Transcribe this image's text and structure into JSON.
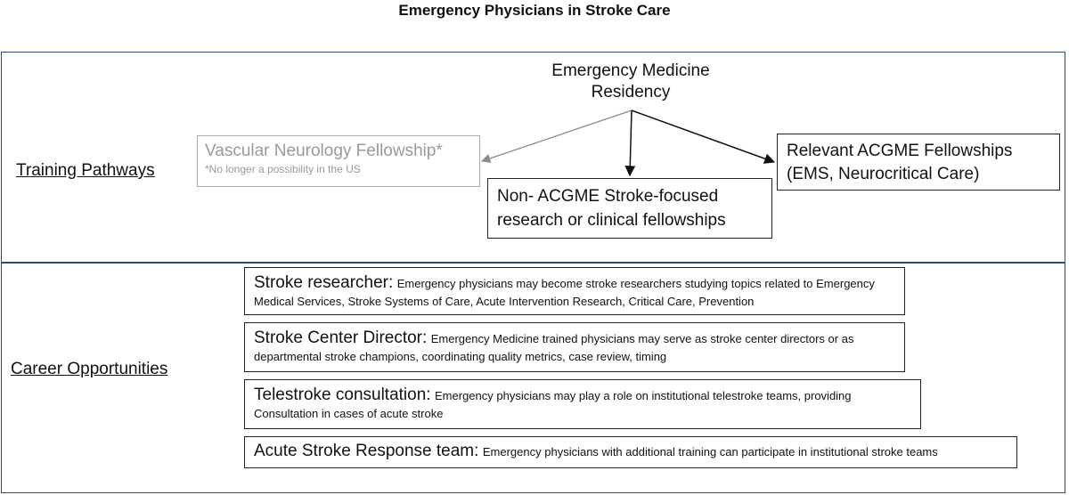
{
  "title": "Emergency Physicians in Stroke Care",
  "training": {
    "label": "Training Pathways",
    "source": "Emergency Medicine Residency",
    "vascular": {
      "title": "Vascular Neurology Fellowship*",
      "note": "*No longer a possibility in the US"
    },
    "non_acgme": "Non- ACGME Stroke-focused research or clinical fellowships",
    "acgme": "Relevant ACGME Fellowships (EMS, Neurocritical Care)"
  },
  "career": {
    "label": "Career Opportunities",
    "items": [
      {
        "head": "Stroke researcher:",
        "desc": "Emergency physicians may become stroke researchers studying topics related to Emergency Medical Services, Stroke Systems of Care, Acute Intervention Research, Critical Care, Prevention"
      },
      {
        "head": "Stroke Center Director:",
        "desc": "Emergency Medicine trained physicians may serve as stroke center directors or as departmental stroke champions, coordinating quality metrics, case review, timing"
      },
      {
        "head": "Telestroke consultation:",
        "desc": "Emergency physicians may play a role on institutional telestroke teams, providing Consultation in cases of acute stroke"
      },
      {
        "head": "Acute Stroke Response team:",
        "desc": "Emergency physicians with additional training can participate in institutional stroke teams"
      }
    ]
  },
  "colors": {
    "frame": "#2f4b6f",
    "faded": "#9a9a9a",
    "text": "#111111"
  }
}
